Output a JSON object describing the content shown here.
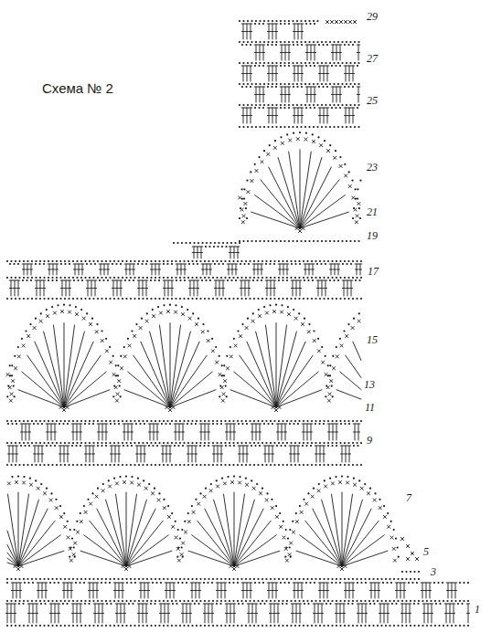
{
  "diagram": {
    "title": "Схема № 2",
    "labels": [
      "29",
      "27",
      "25",
      "23",
      "21",
      "19",
      "17",
      "15",
      "13",
      "11",
      "9",
      "7",
      "5",
      "3",
      "1"
    ]
  }
}
